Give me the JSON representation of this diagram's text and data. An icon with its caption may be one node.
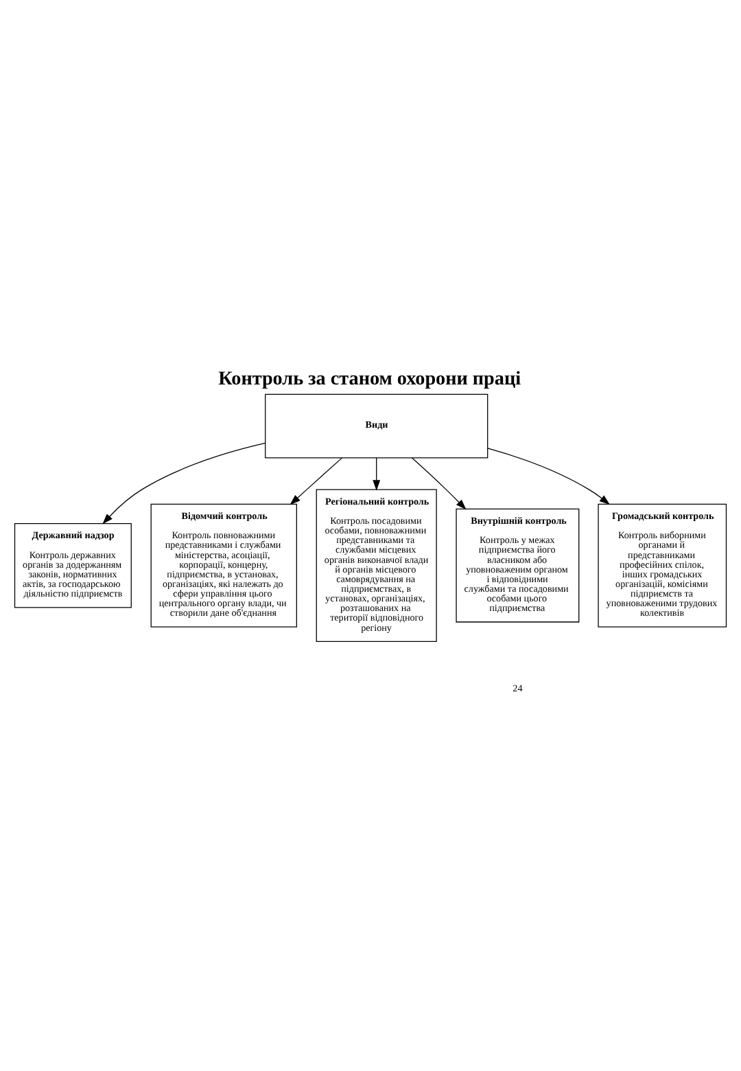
{
  "diagram": {
    "title": "Контроль за станом охорони праці",
    "nodes": [
      {
        "text": [
          "Види"
        ]
      },
      {
        "text": [
          "Державний надзор",
          "Контроль державних органів за додержанням законів, нормативних актів, за господарською діяльністю підприємств"
        ]
      },
      {
        "text": [
          "Відомчий контроль",
          "Контроль повноважними представниками і службами міністерства, асоціації, корпорації, концерну, підприємства, в установах, організаціях, які належать до сфери управління цього центрального органу влади, чи створили дане об'єднання"
        ]
      },
      {
        "text": [
          "Регіональний контроль",
          "Контроль посадовими особами, повноважними представниками та службами місцевих органів виконавчої влади й органів місцевого самоврядування на підприємствах, в установах, організаціях, розташованих на території відповідного регіону"
        ]
      },
      {
        "text": [
          "Внутрішній контроль",
          "Контроль у межах підприємства його власником або уповноваженим органом і відповідними службами та посадовими особами цього підприємства"
        ]
      },
      {
        "text": [
          "Громадський контроль",
          "Контроль виборними органами й представниками професійних спілок, інших громадських організацій, комісіями підприємств та уповноваженими трудових колективів"
        ]
      }
    ],
    "edges": [
      {
        "from": 0,
        "to": 1,
        "arrow": "to"
      },
      {
        "from": 0,
        "to": 2,
        "arrow": "to"
      },
      {
        "from": 0,
        "to": 3,
        "arrow": "to"
      },
      {
        "from": 0,
        "to": 4,
        "arrow": "to"
      },
      {
        "from": 0,
        "to": 5,
        "arrow": "to"
      }
    ],
    "labels": [
      "24"
    ]
  }
}
